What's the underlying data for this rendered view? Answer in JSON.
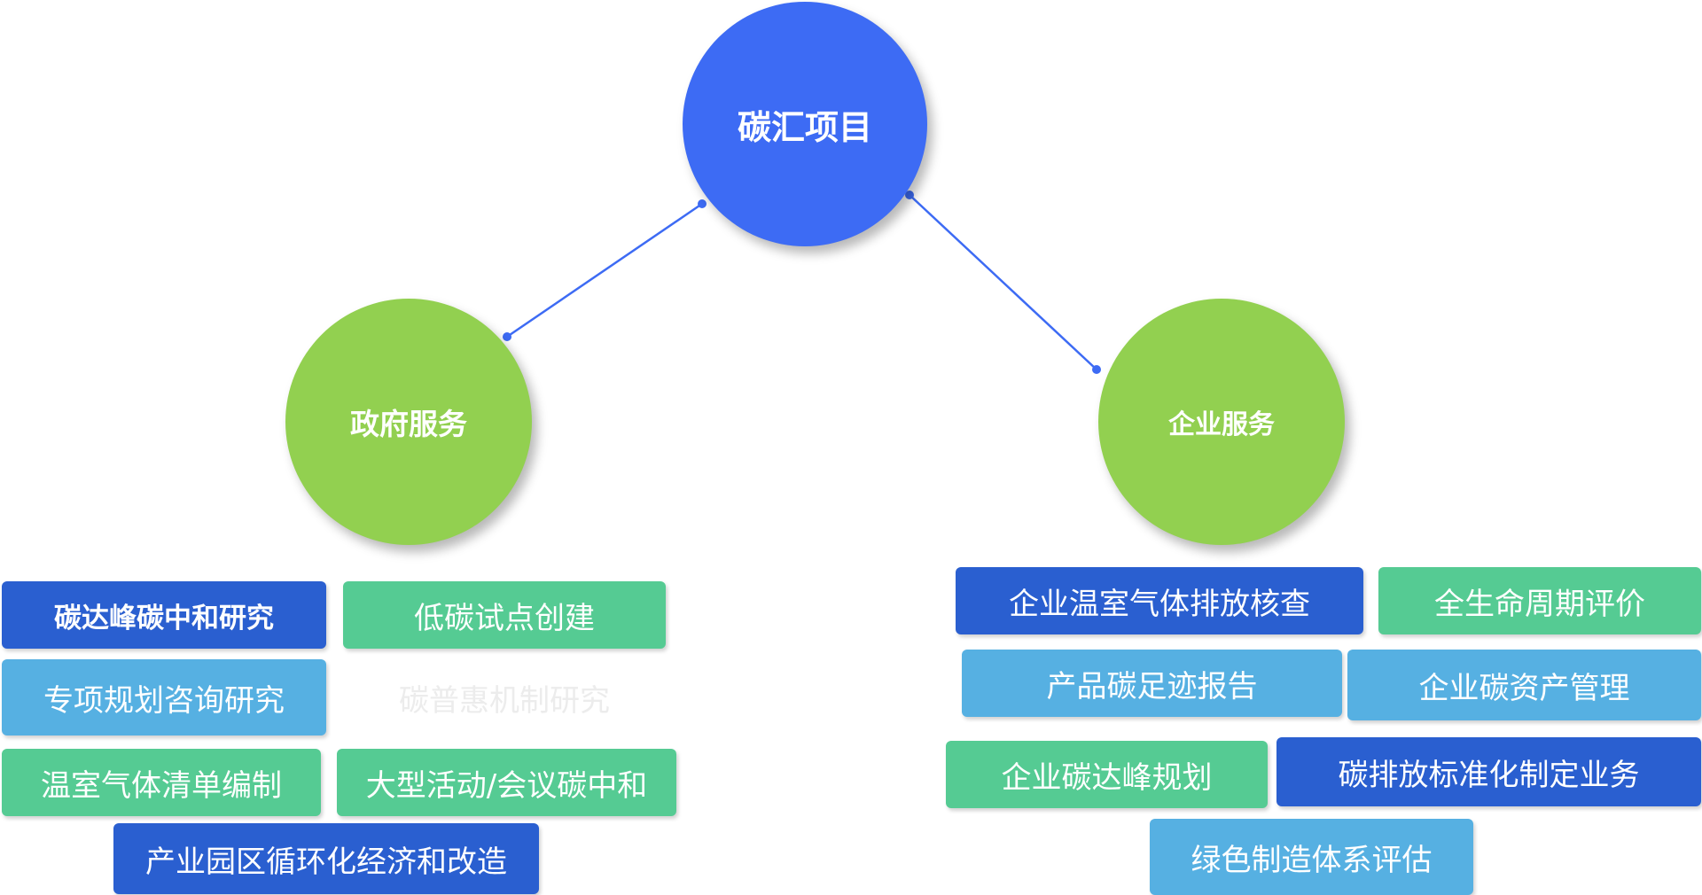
{
  "root": {
    "label": "碳汇项目"
  },
  "branches": {
    "government": {
      "label": "政府服务",
      "items": [
        "碳达峰碳中和研究",
        "低碳试点创建",
        "专项规划咨询研究",
        "碳普惠机制研究",
        "温室气体清单编制",
        "大型活动/会议碳中和",
        "产业园区循环化经济和改造"
      ]
    },
    "enterprise": {
      "label": "企业服务",
      "items": [
        "企业温室气体排放核查",
        "全生命周期评价",
        "产品碳足迹报告",
        "企业碳资产管理",
        "企业碳达峰规划",
        "碳排放标准化制定业务",
        "绿色制造体系评估"
      ]
    }
  },
  "colors": {
    "root": "#3d6bf4",
    "branch": "#92d050",
    "connector": "#3d6bf4",
    "navy": "#2a5fd0",
    "sky": "#56b0e2",
    "green": "#55cb93"
  }
}
